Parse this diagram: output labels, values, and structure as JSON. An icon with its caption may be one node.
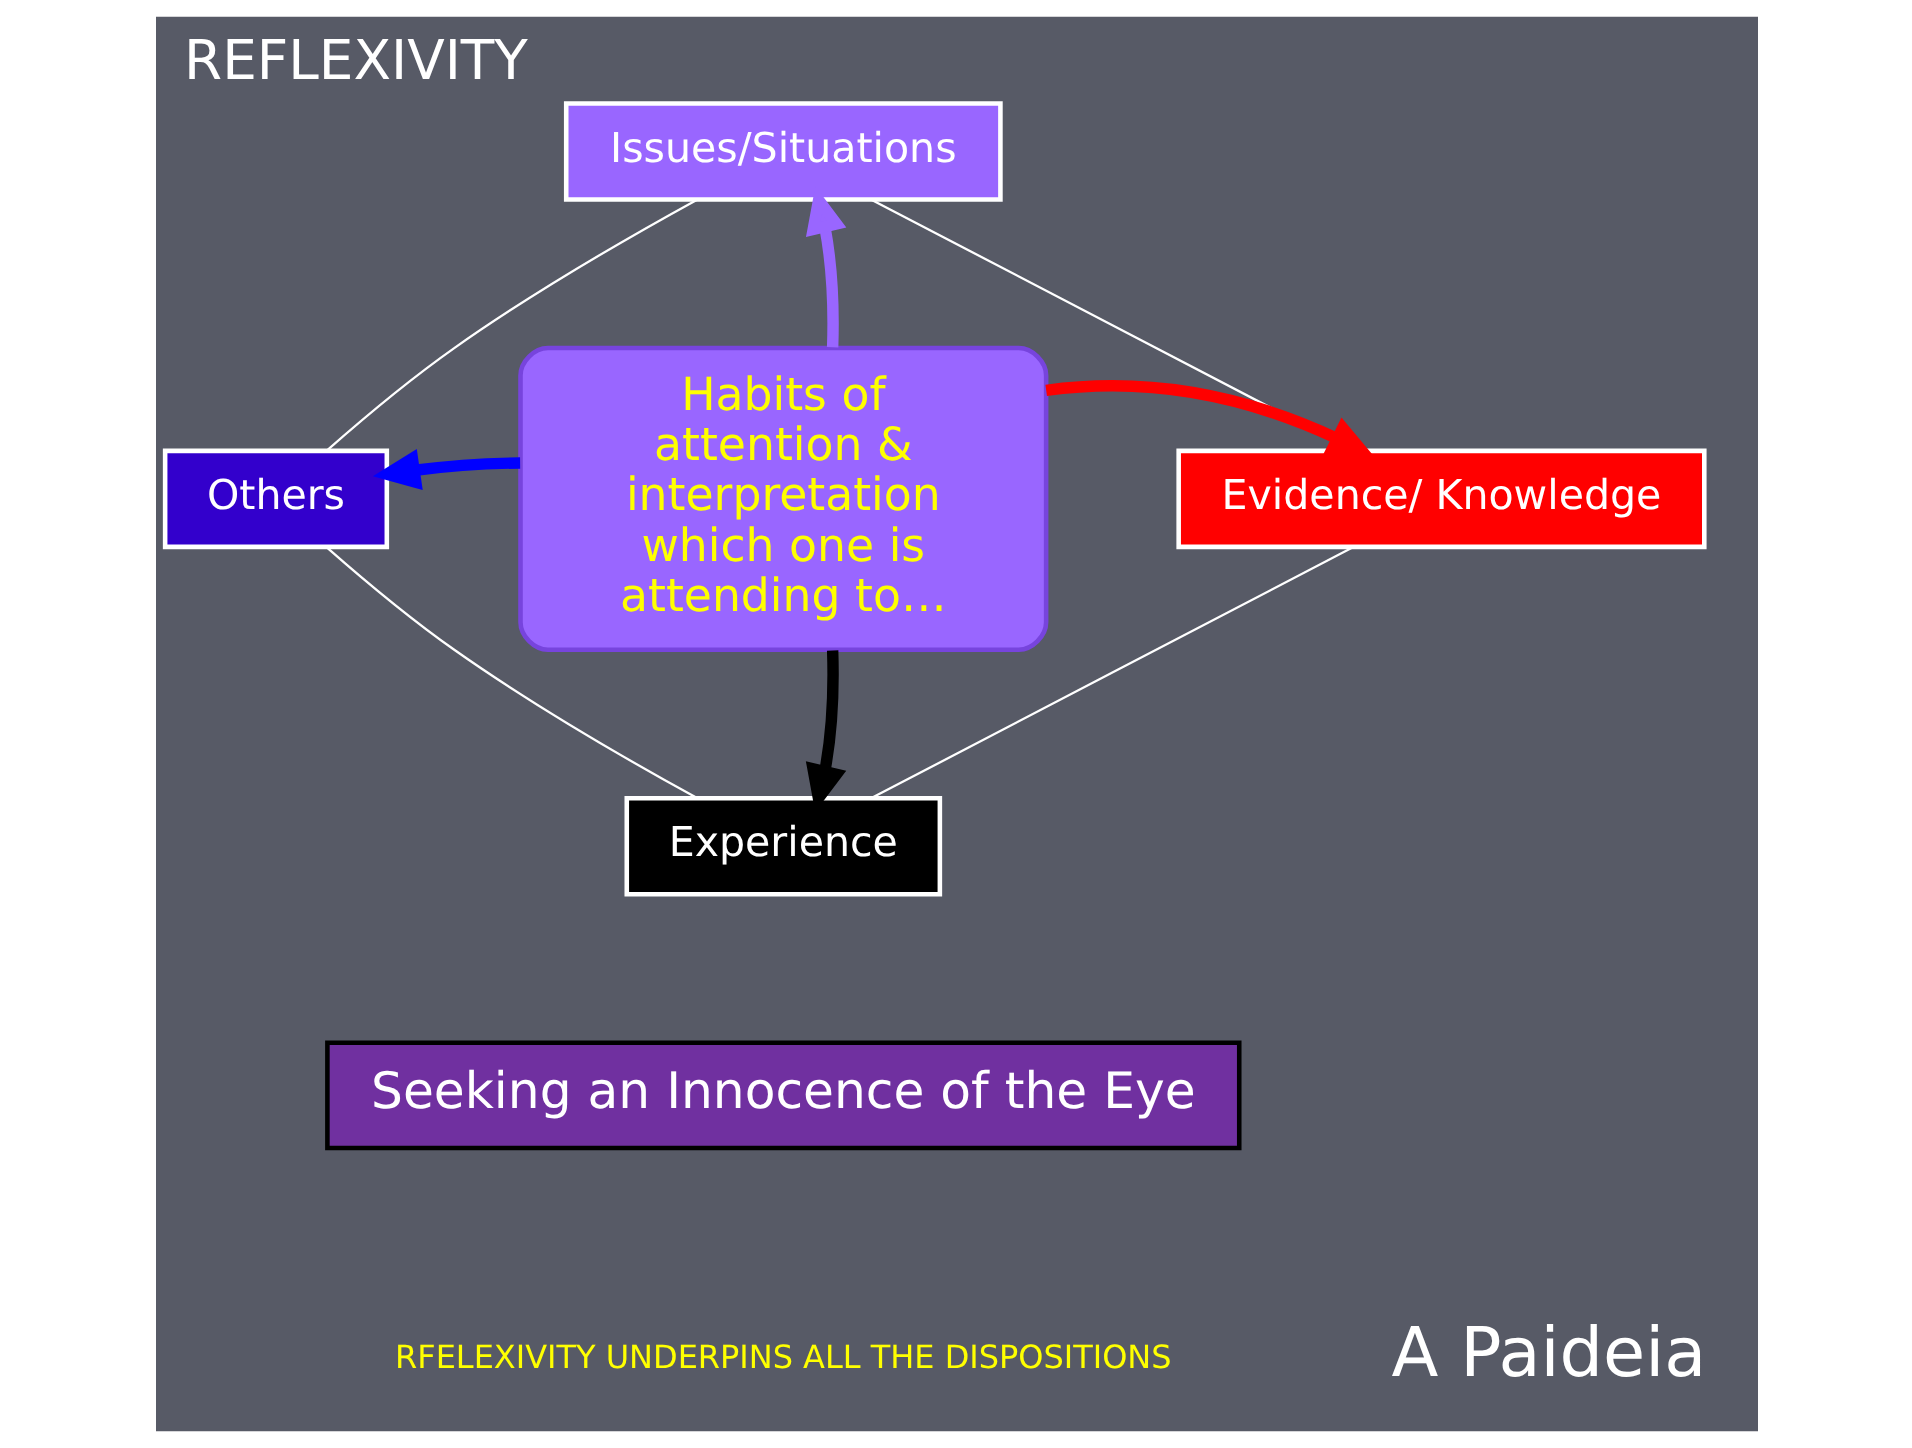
{
  "diagram": {
    "title": "REFLEXIVITY",
    "nodes": [
      {
        "text": [
          "Issues/Situations"
        ]
      },
      {
        "text": [
          "Others"
        ]
      },
      {
        "text": [
          "Habits of attention & interpretation which one is attending to…"
        ]
      },
      {
        "text": [
          "Evidence/ Knowledge"
        ]
      },
      {
        "text": [
          "Experience"
        ]
      }
    ],
    "edges": [
      {
        "from": 2,
        "to": 0,
        "arrow": "to",
        "style": "thick",
        "color": "#9966ff"
      },
      {
        "from": 2,
        "to": 1,
        "arrow": "to",
        "style": "thick",
        "color": "#0000ff"
      },
      {
        "from": 2,
        "to": 3,
        "arrow": "to",
        "style": "thick",
        "color": "#ff0000"
      },
      {
        "from": 2,
        "to": 4,
        "arrow": "to",
        "style": "thick",
        "color": "#000000"
      },
      {
        "from": 0,
        "to": 3,
        "arrow": "none",
        "color": "#ffffff"
      },
      {
        "from": 3,
        "to": 4,
        "arrow": "none",
        "color": "#ffffff"
      },
      {
        "from": 4,
        "to": 1,
        "arrow": "none",
        "color": "#ffffff"
      },
      {
        "from": 1,
        "to": 0,
        "arrow": "none",
        "color": "#ffffff"
      }
    ],
    "labels": [
      "Seeking an Innocence of the Eye",
      "RFELEXIVITY UNDERPINS ALL THE DISPOSITIONS",
      "A Paideia"
    ]
  }
}
